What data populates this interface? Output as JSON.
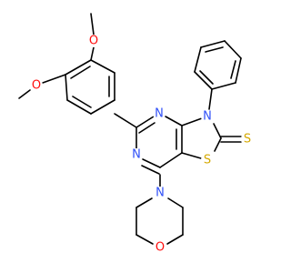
{
  "molecule": {
    "atoms": [
      {
        "id": "O1",
        "label": "O",
        "color": "#ff0d0d"
      },
      {
        "id": "O2",
        "label": "O",
        "color": "#ff0d0d"
      },
      {
        "id": "N1",
        "label": "N",
        "color": "#3050f8"
      },
      {
        "id": "N2",
        "label": "N",
        "color": "#3050f8"
      },
      {
        "id": "N3",
        "label": "N",
        "color": "#3050f8"
      },
      {
        "id": "S1",
        "label": "S",
        "color": "#d4a800"
      },
      {
        "id": "S2",
        "label": "S",
        "color": "#d4a800"
      },
      {
        "id": "N4",
        "label": "N",
        "color": "#3050f8"
      },
      {
        "id": "O3",
        "label": "O",
        "color": "#ff0d0d"
      }
    ]
  }
}
